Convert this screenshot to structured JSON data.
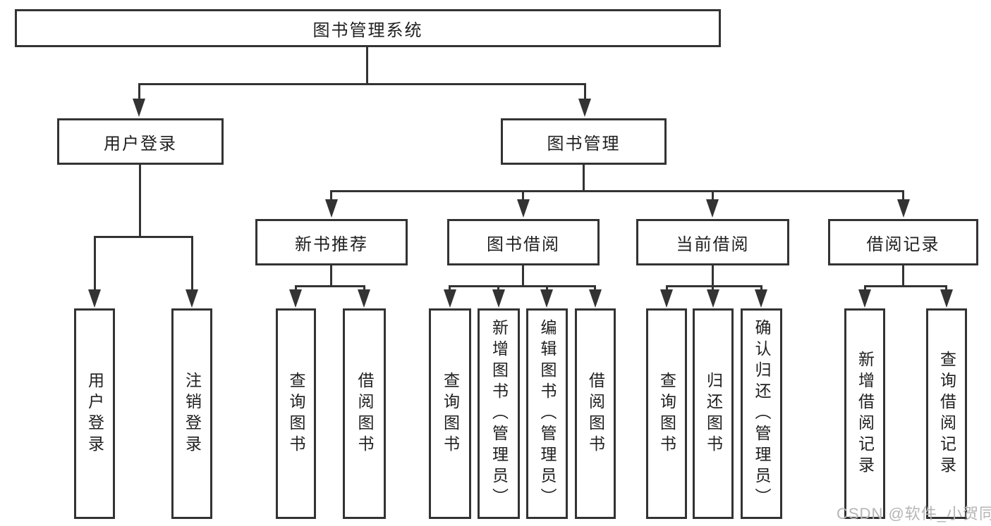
{
  "nodes": {
    "root": "图书管理系统",
    "level1": [
      "用户登录",
      "图书管理"
    ],
    "level2": [
      "新书推荐",
      "图书借阅",
      "当前借阅",
      "借阅记录"
    ],
    "leaves_user_login": [
      "用户登录",
      "注销登录"
    ],
    "leaves_new_book": [
      "查询图书",
      "借阅图书"
    ],
    "leaves_book_borrow": [
      "查询图书",
      "新增图书（管理员）",
      "编辑图书（管理员）",
      "借阅图书"
    ],
    "leaves_current_borrow": [
      "查询图书",
      "归还图书",
      "确认归还（管理员）"
    ],
    "leaves_borrow_records": [
      "新增借阅记录",
      "查询借阅记录"
    ]
  },
  "watermark": "CSDN @软件_小贺同学",
  "colors": {
    "line": "#333333",
    "box_background": "#ffffff",
    "text": "#1f1f1f",
    "watermark": "#b5b5b5"
  }
}
